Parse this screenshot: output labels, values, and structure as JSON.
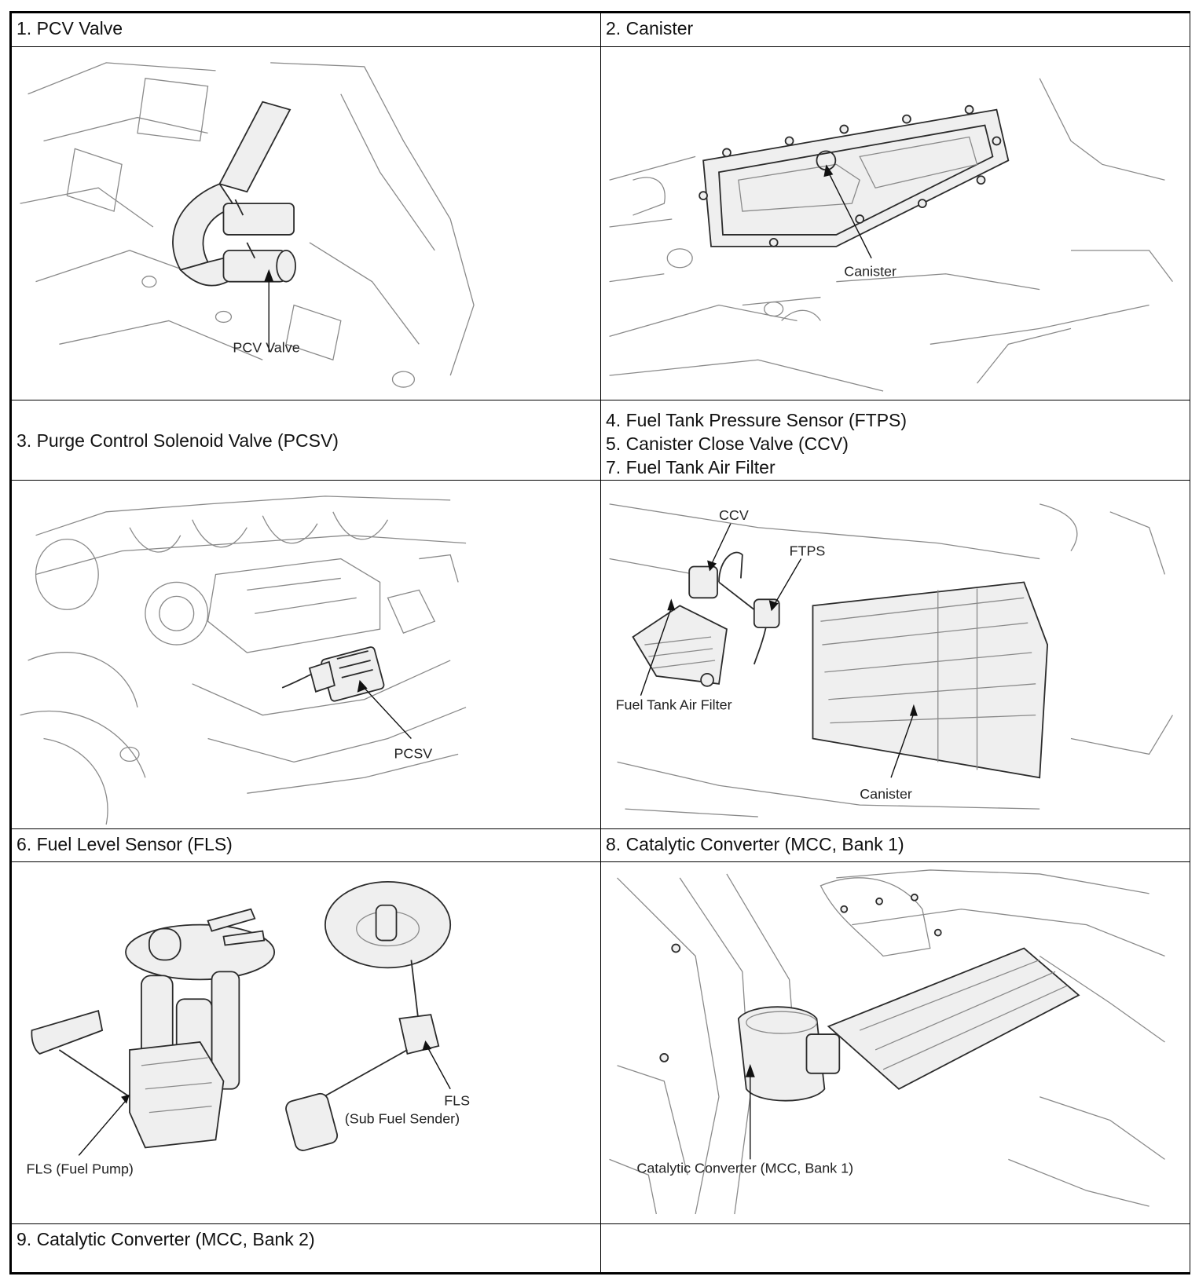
{
  "cells": {
    "c1": {
      "title": "1. PCV Valve",
      "callouts": [
        "PCV Valve"
      ]
    },
    "c2": {
      "title": "2. Canister",
      "callouts": [
        "Canister"
      ]
    },
    "c3": {
      "title": "3. Purge Control Solenoid Valve (PCSV)",
      "callouts": [
        "PCSV"
      ]
    },
    "c4": {
      "titles": [
        "4. Fuel Tank Pressure Sensor (FTPS)",
        "5. Canister Close Valve (CCV)",
        "7. Fuel Tank Air Filter"
      ],
      "callouts": [
        "CCV",
        "FTPS",
        "Fuel Tank Air Filter",
        "Canister"
      ]
    },
    "c6": {
      "title": "6. Fuel Level Sensor (FLS)",
      "callouts": [
        "FLS (Fuel Pump)",
        "FLS",
        "(Sub Fuel Sender)"
      ]
    },
    "c8": {
      "title": "8. Catalytic Converter (MCC, Bank 1)",
      "callouts": [
        "Catalytic Converter (MCC, Bank 1)"
      ]
    },
    "c9": {
      "title": "9. Catalytic Converter (MCC, Bank 2)"
    },
    "c10": {
      "title": ""
    }
  }
}
